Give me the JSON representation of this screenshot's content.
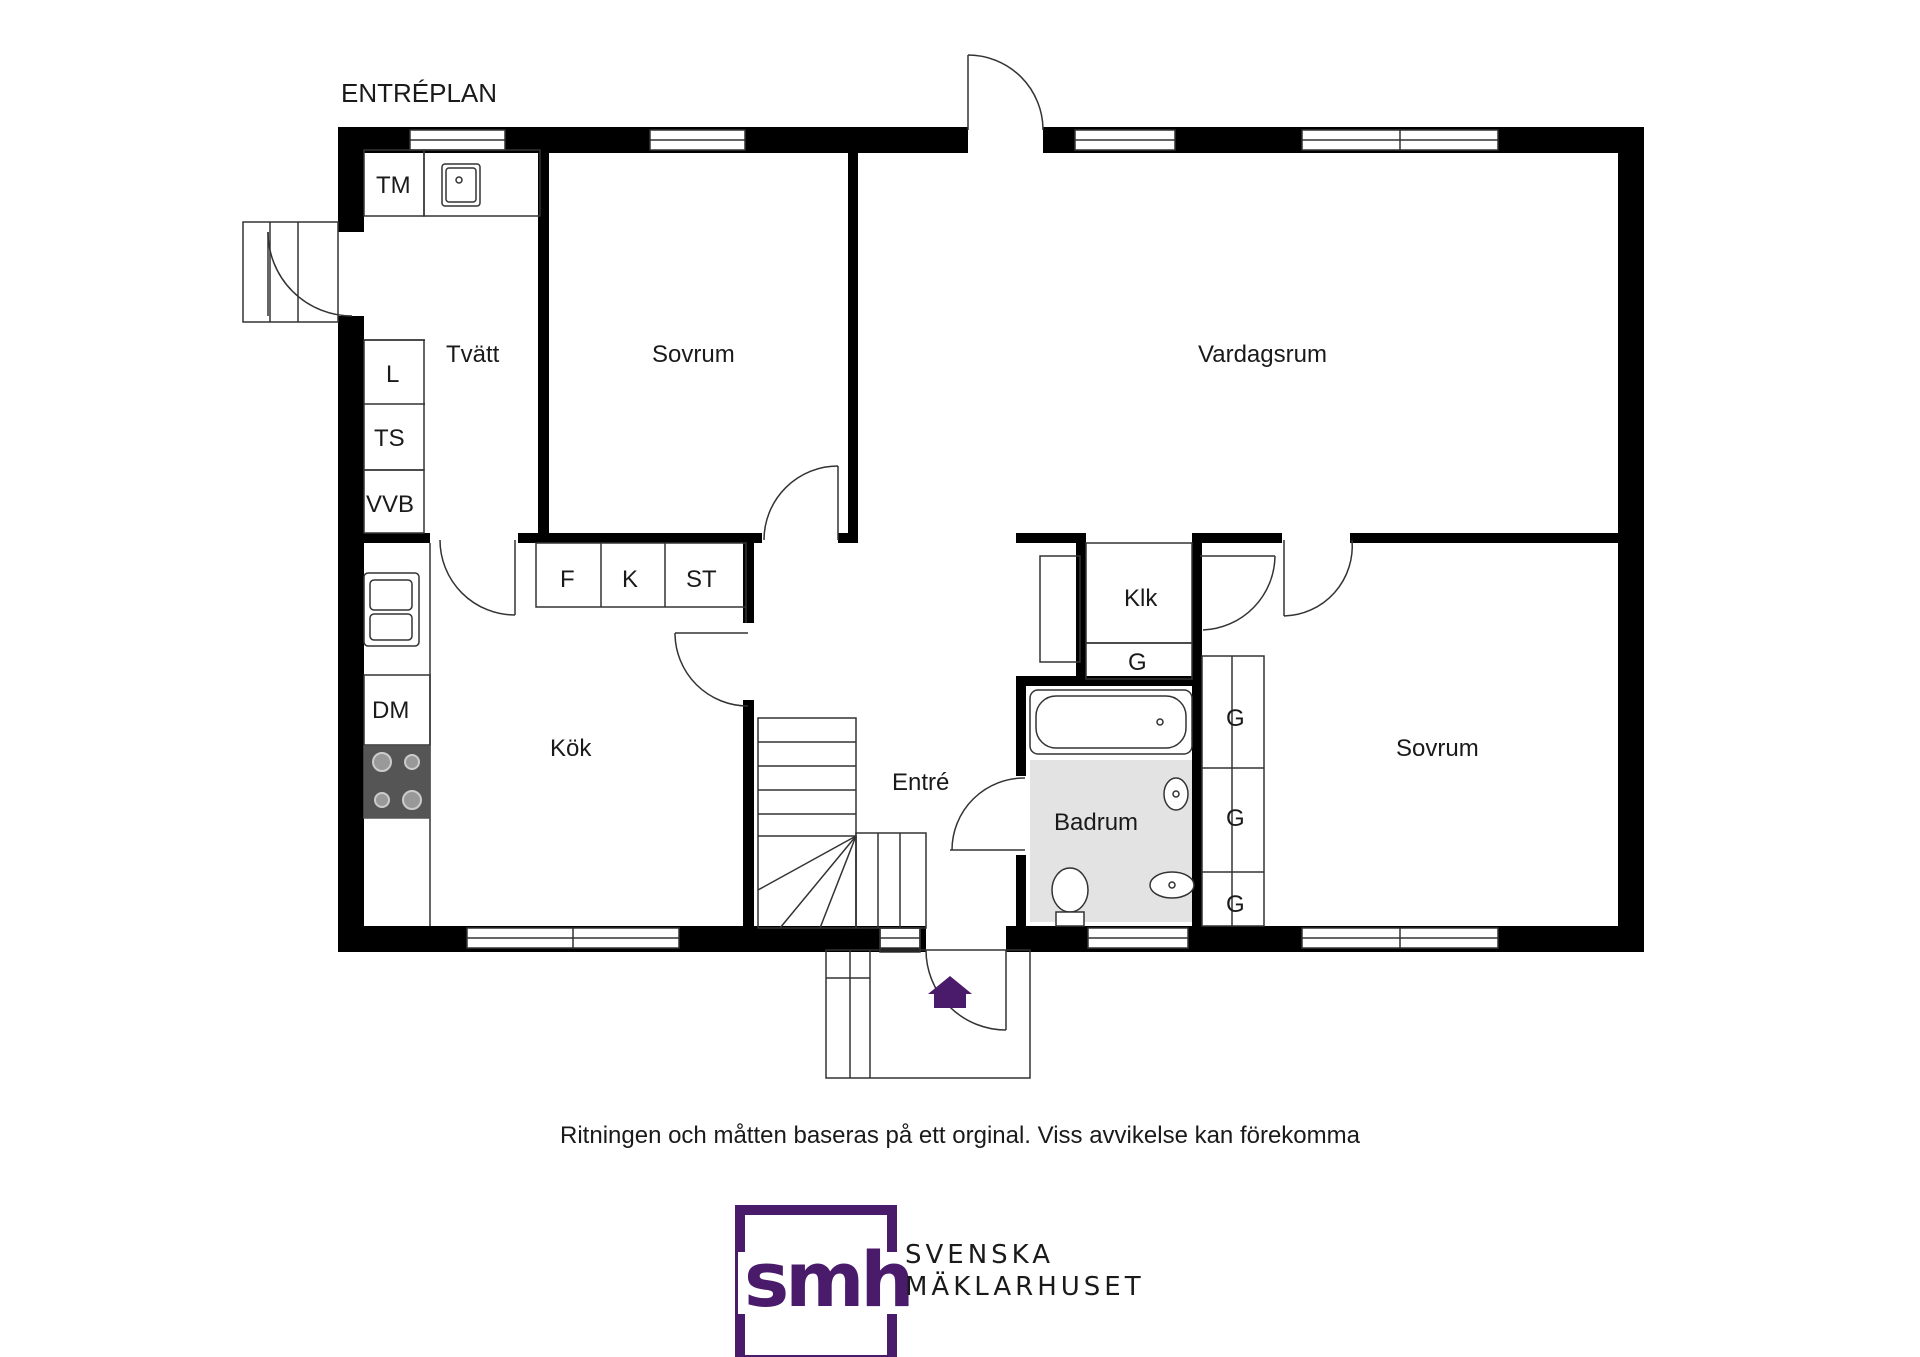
{
  "plan": {
    "title": "ENTRÉPLAN",
    "rooms": {
      "tvatt": "Tvätt",
      "sovrum_1": "Sovrum",
      "vardagsrum": "Vardagsrum",
      "kok": "Kök",
      "entre": "Entré",
      "badrum": "Badrum",
      "klk": "Klk",
      "sovrum_2": "Sovrum"
    },
    "fixtures": {
      "tm": "TM",
      "l": "L",
      "ts": "TS",
      "vvb": "VVB",
      "f": "F",
      "k": "K",
      "st": "ST",
      "dm": "DM",
      "g_klk": "G",
      "g_1": "G",
      "g_2": "G",
      "g_3": "G"
    },
    "colors": {
      "wall": "#000000",
      "line": "#333333",
      "bathroom_floor": "#e3e3e3",
      "entrance_arrow": "#4a1a6b"
    }
  },
  "footer": {
    "disclaimer": "Ritningen och måtten baseras på ett orginal. Viss avvikelse kan förekomma"
  },
  "brand": {
    "logo_text": "smh",
    "line1": "SVENSKA",
    "line2": "MÄKLARHUSET",
    "color": "#4a1a6b"
  }
}
